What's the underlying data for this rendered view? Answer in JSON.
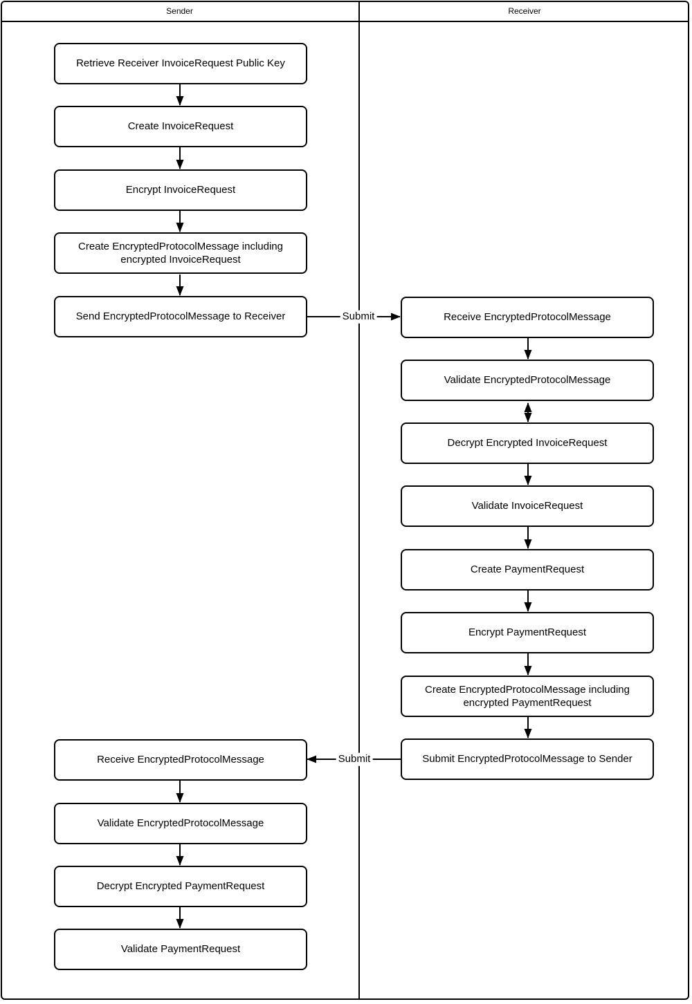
{
  "lanes": [
    {
      "title": "Sender"
    },
    {
      "title": "Receiver"
    }
  ],
  "sender_nodes": [
    "Retrieve Receiver InvoiceRequest Public Key",
    "Create InvoiceRequest",
    "Encrypt InvoiceRequest",
    "Create EncryptedProtocolMessage including encrypted InvoiceRequest",
    "Send EncryptedProtocolMessage to Receiver",
    "Receive EncryptedProtocolMessage",
    "Validate EncryptedProtocolMessage",
    "Decrypt Encrypted PaymentRequest",
    "Validate PaymentRequest"
  ],
  "receiver_nodes": [
    "Receive EncryptedProtocolMessage",
    "Validate EncryptedProtocolMessage",
    "Decrypt Encrypted InvoiceRequest",
    "Validate InvoiceRequest",
    "Create PaymentRequest",
    "Encrypt PaymentRequest",
    "Create EncryptedProtocolMessage including encrypted PaymentRequest",
    "Submit EncryptedProtocolMessage to Sender"
  ],
  "edge_labels": {
    "to_receiver": "Submit",
    "to_sender": "Submit"
  },
  "colors": {
    "stroke": "#000000",
    "node_fill": "#ffffff",
    "background": "#ffffff"
  }
}
